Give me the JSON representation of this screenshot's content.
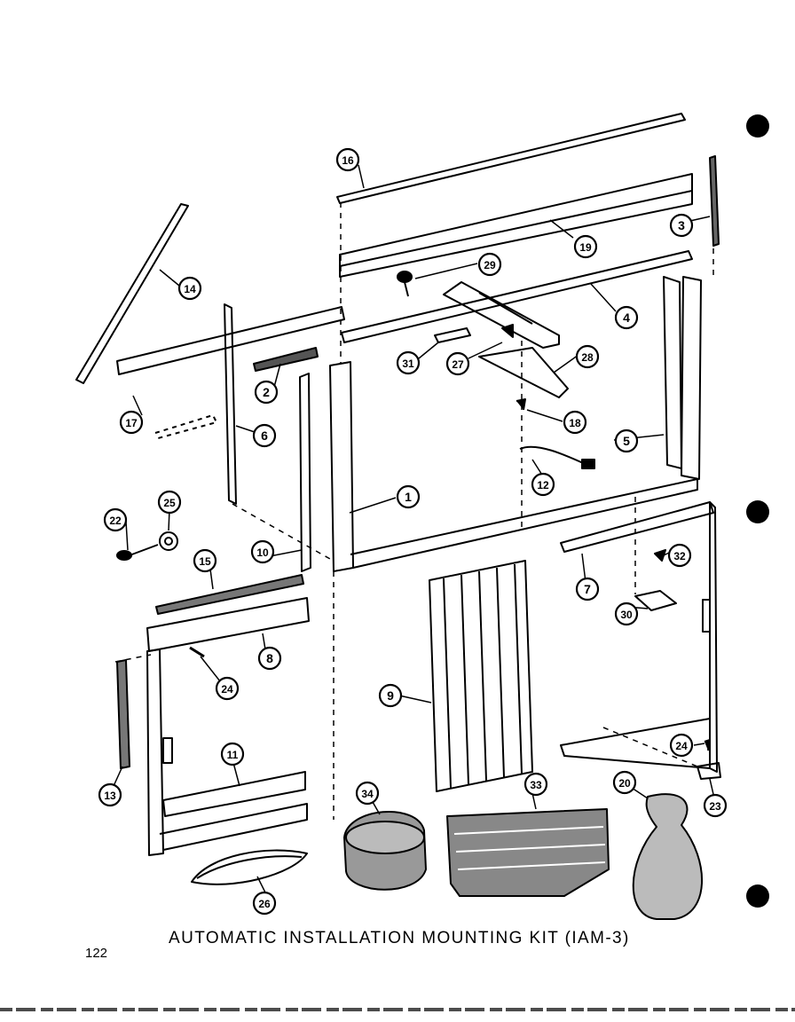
{
  "document": {
    "title": "AUTOMATIC INSTALLATION MOUNTING KIT (IAM-3)",
    "page_number": "122"
  },
  "callouts": [
    {
      "id": "c1",
      "label": "1"
    },
    {
      "id": "c2",
      "label": "2"
    },
    {
      "id": "c3",
      "label": "3"
    },
    {
      "id": "c4",
      "label": "4"
    },
    {
      "id": "c5",
      "label": "5"
    },
    {
      "id": "c6",
      "label": "6"
    },
    {
      "id": "c7",
      "label": "7"
    },
    {
      "id": "c8",
      "label": "8"
    },
    {
      "id": "c9",
      "label": "9"
    },
    {
      "id": "c10",
      "label": "10"
    },
    {
      "id": "c11",
      "label": "11"
    },
    {
      "id": "c12",
      "label": "12"
    },
    {
      "id": "c13",
      "label": "13"
    },
    {
      "id": "c14",
      "label": "14"
    },
    {
      "id": "c15",
      "label": "15"
    },
    {
      "id": "c16",
      "label": "16"
    },
    {
      "id": "c17",
      "label": "17"
    },
    {
      "id": "c18",
      "label": "18"
    },
    {
      "id": "c19",
      "label": "19"
    },
    {
      "id": "c20",
      "label": "20"
    },
    {
      "id": "c22",
      "label": "22"
    },
    {
      "id": "c23",
      "label": "23"
    },
    {
      "id": "c24a",
      "label": "24"
    },
    {
      "id": "c24b",
      "label": "24"
    },
    {
      "id": "c25",
      "label": "25"
    },
    {
      "id": "c26",
      "label": "26"
    },
    {
      "id": "c27",
      "label": "27"
    },
    {
      "id": "c28",
      "label": "28"
    },
    {
      "id": "c29",
      "label": "29"
    },
    {
      "id": "c30",
      "label": "30"
    },
    {
      "id": "c31",
      "label": "31"
    },
    {
      "id": "c32",
      "label": "32"
    },
    {
      "id": "c33",
      "label": "33"
    },
    {
      "id": "c34",
      "label": "34"
    }
  ],
  "colors": {
    "ink": "#000000",
    "paper": "#ffffff"
  }
}
